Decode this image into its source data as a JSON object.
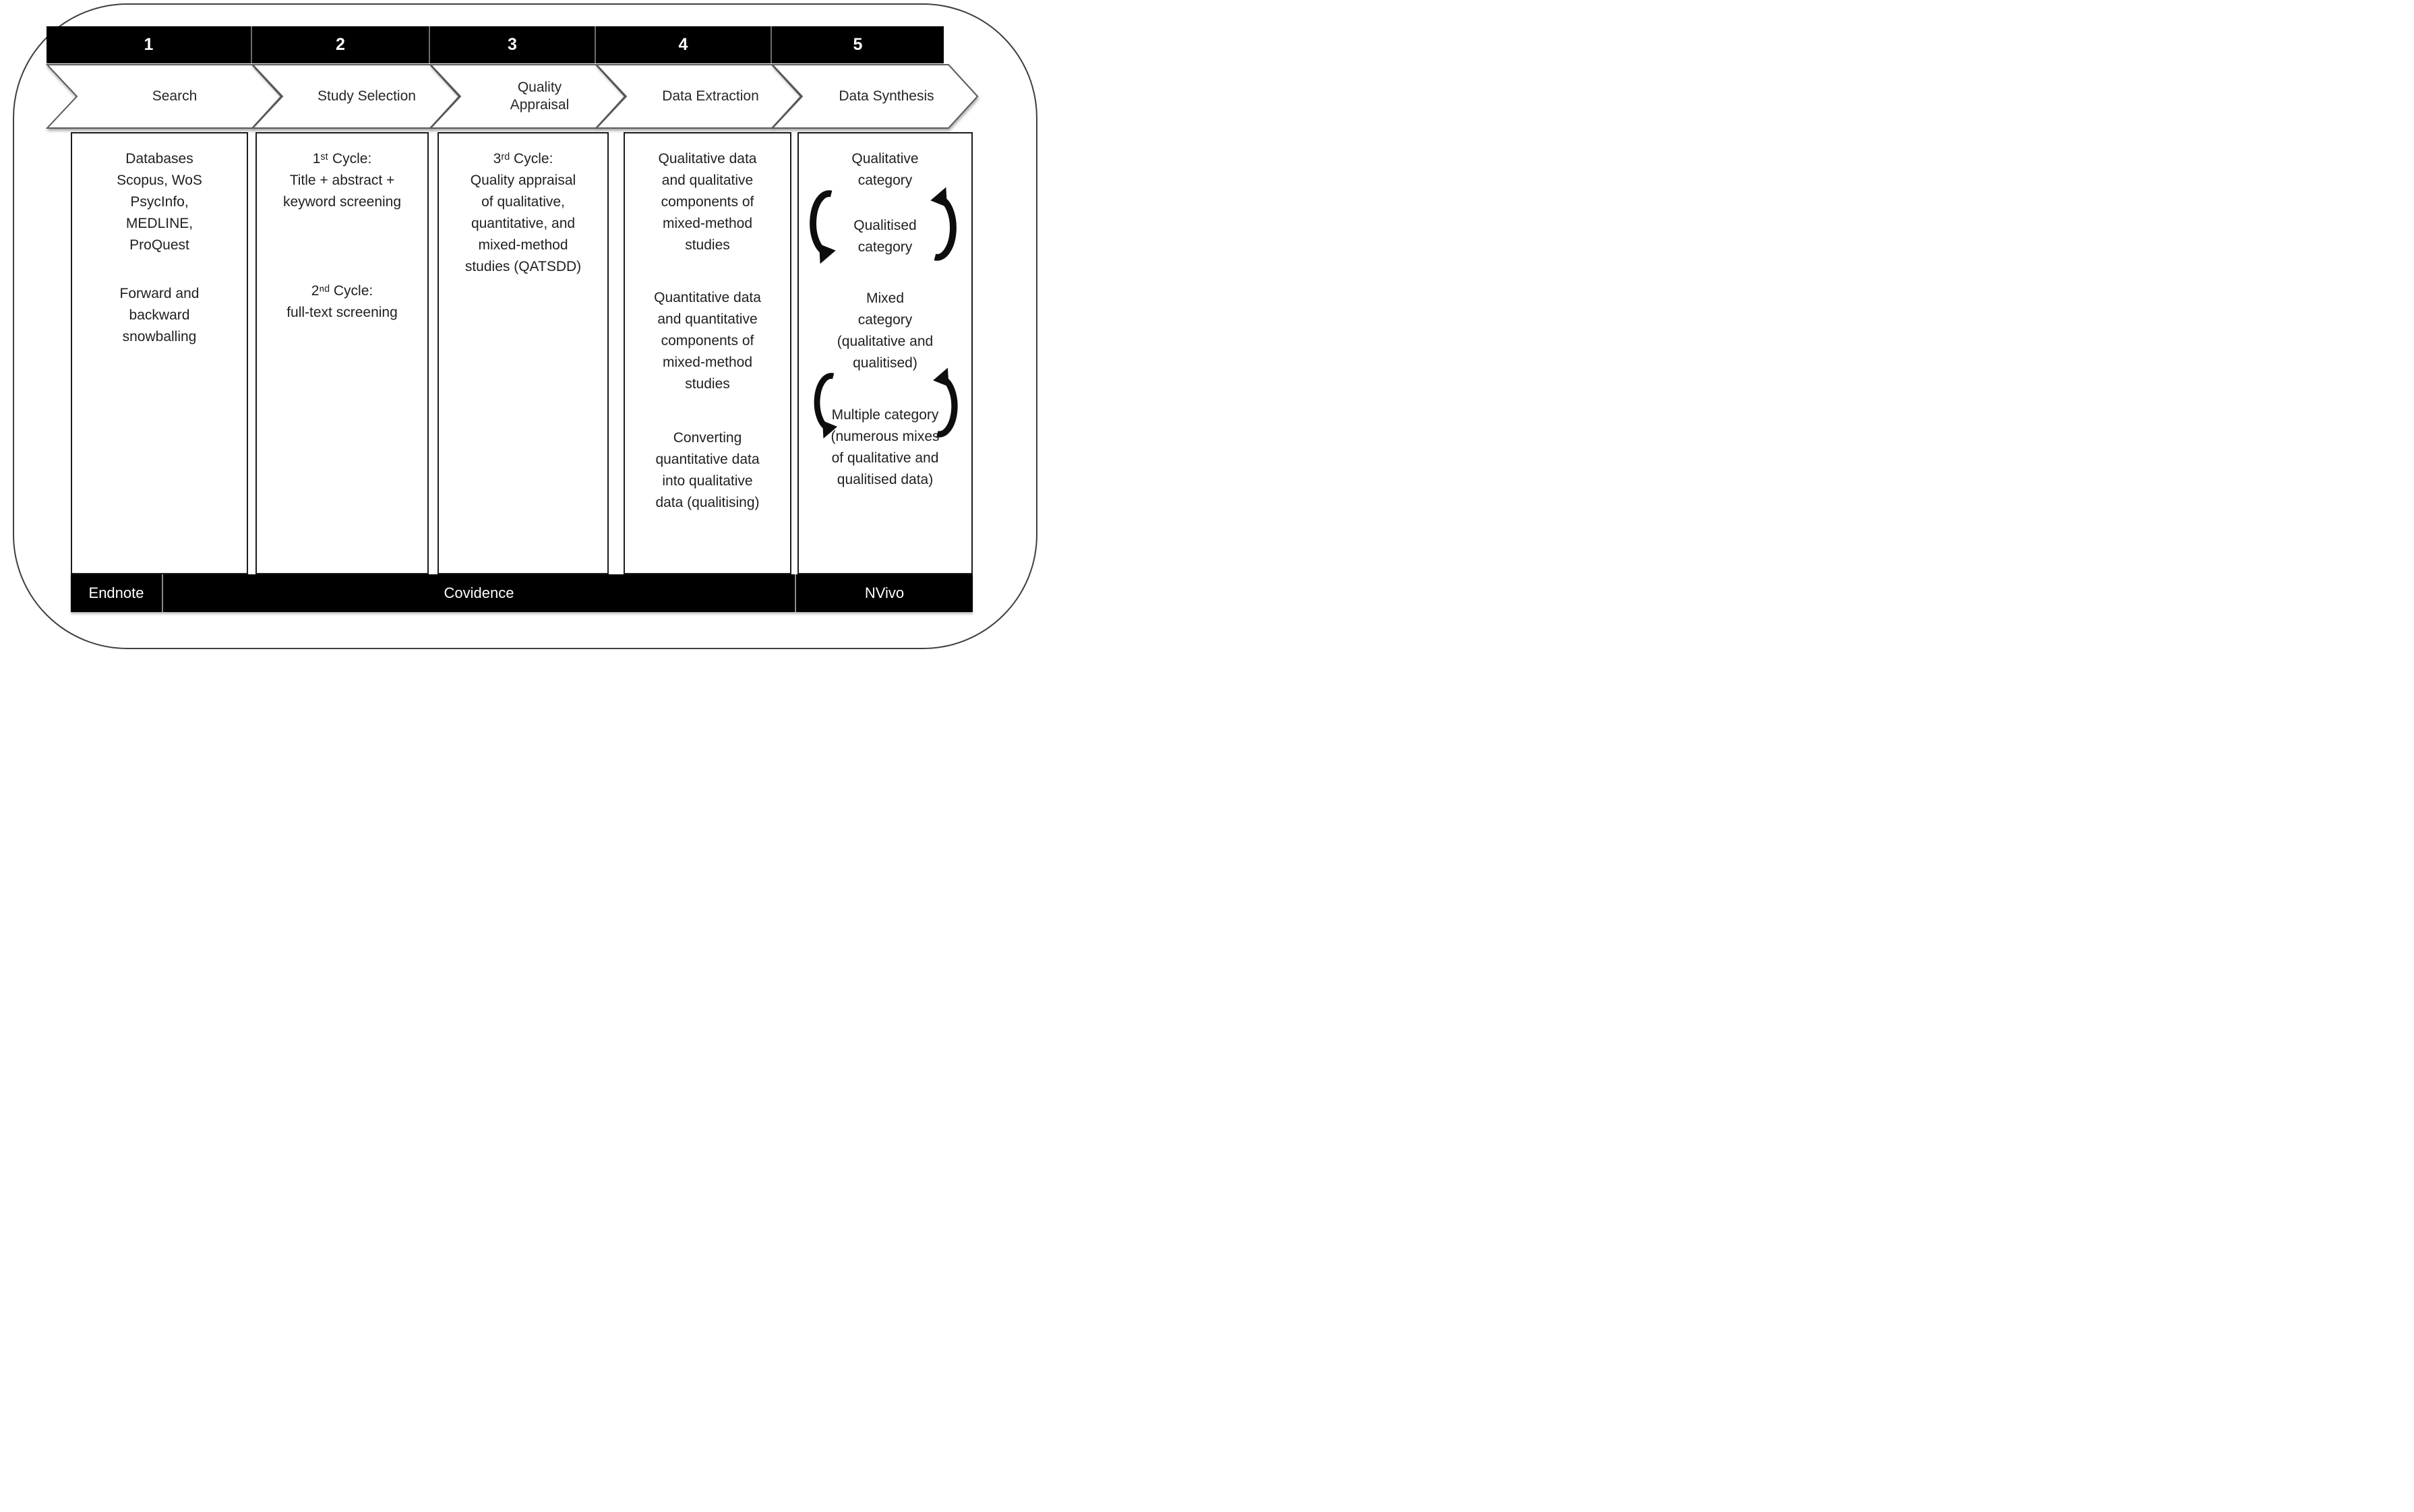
{
  "figure": {
    "steps": [
      {
        "number": "1",
        "label": "Search"
      },
      {
        "number": "2",
        "label": "Study Selection"
      },
      {
        "number": "3",
        "label": "Quality\nAppraisal"
      },
      {
        "number": "4",
        "label": "Data Extraction"
      },
      {
        "number": "5",
        "label": "Data Synthesis"
      }
    ],
    "columns": {
      "search": {
        "block1": "Databases\nScopus, WoS\nPsycInfo,\nMEDLINE,\nProQuest",
        "block2": "Forward and\nbackward\nsnowballing"
      },
      "study_selection": {
        "block1": "1ˢᵗ Cycle:\nTitle + abstract +\nkeyword screening",
        "block2": "2ⁿᵈ Cycle:\nfull-text screening"
      },
      "quality_appraisal": {
        "block1": "3ʳᵈ Cycle:\nQuality appraisal\nof qualitative,\nquantitative, and\nmixed-method\nstudies (QATSDD)"
      },
      "data_extraction": {
        "block1": "Qualitative data\nand qualitative\ncomponents of\nmixed-method\nstudies",
        "block2": "Quantitative data\nand quantitative\ncomponents of\nmixed-method\nstudies",
        "block3": "Converting\nquantitative data\ninto qualitative\ndata (qualitising)"
      },
      "data_synthesis": {
        "block1": "Qualitative\ncategory",
        "block2": "Qualitised\ncategory",
        "block3": "Mixed\ncategory\n(qualitative and\nqualitised)",
        "block4": "Multiple category\n(numerous mixes\nof qualitative and\nqualitised data)"
      }
    },
    "tools": {
      "endnote": "Endnote",
      "covidence": "Covidence",
      "nvivo": "NVivo"
    },
    "icons": {
      "cycle_left": "cycle-arrow-counterclockwise",
      "cycle_right": "cycle-arrow-clockwise"
    },
    "colors": {
      "bar": "#000000",
      "bar_text": "#ffffff",
      "text": "#1f1f1f",
      "chevron_outline": "#5a5a5a",
      "divider": "#8a8a8a",
      "frame": "#3f3f3f"
    }
  }
}
